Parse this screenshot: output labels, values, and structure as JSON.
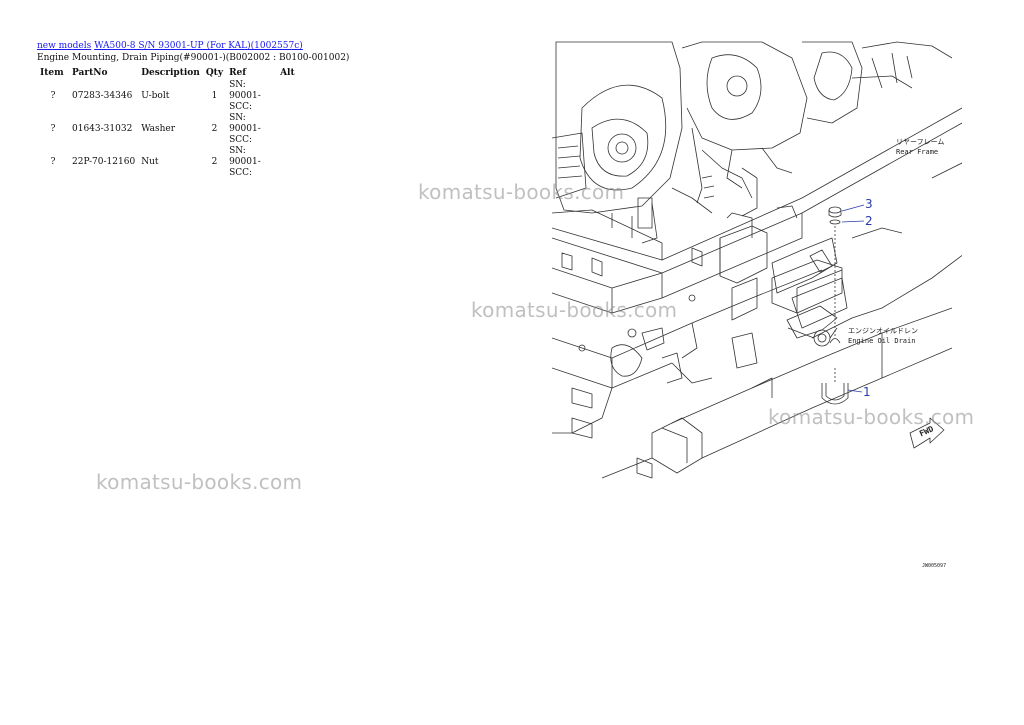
{
  "breadcrumb": {
    "links": [
      "new models",
      "WA500-8 S/N 93001-UP (For KAL)(1002557c)"
    ]
  },
  "page_title": "Engine Mounting, Drain Piping(#90001-)(B002002 : B0100-001002)",
  "table": {
    "headers": [
      "Item",
      "PartNo",
      "Description",
      "Qty",
      "Ref",
      "Alt"
    ],
    "rows": [
      {
        "item": "?",
        "partno": "07283-34346",
        "description": "U-bolt",
        "qty": "1",
        "ref": "SN: 90001-SCC:",
        "alt": ""
      },
      {
        "item": "?",
        "partno": "01643-31032",
        "description": "Washer",
        "qty": "2",
        "ref": "SN: 90001-SCC:",
        "alt": ""
      },
      {
        "item": "?",
        "partno": "22P-70-12160",
        "description": "Nut",
        "qty": "2",
        "ref": "SN: 90001-SCC:",
        "alt": ""
      }
    ]
  },
  "diagram": {
    "callouts": [
      "1",
      "2",
      "3"
    ],
    "label_rear_frame_jp": "リヤーフレーム",
    "label_rear_frame": "Rear Frame",
    "label_engine_oil_drain_jp": "エンジンオイルドレン",
    "label_engine_oil_drain": "Engine Oil Drain",
    "fwd_label": "FWD",
    "figure_code": "JW005097",
    "callout_color": "#2a3aa8"
  },
  "watermarks": [
    "komatsu-books.com",
    "komatsu-books.com",
    "komatsu-books.com",
    "komatsu-books.com"
  ]
}
